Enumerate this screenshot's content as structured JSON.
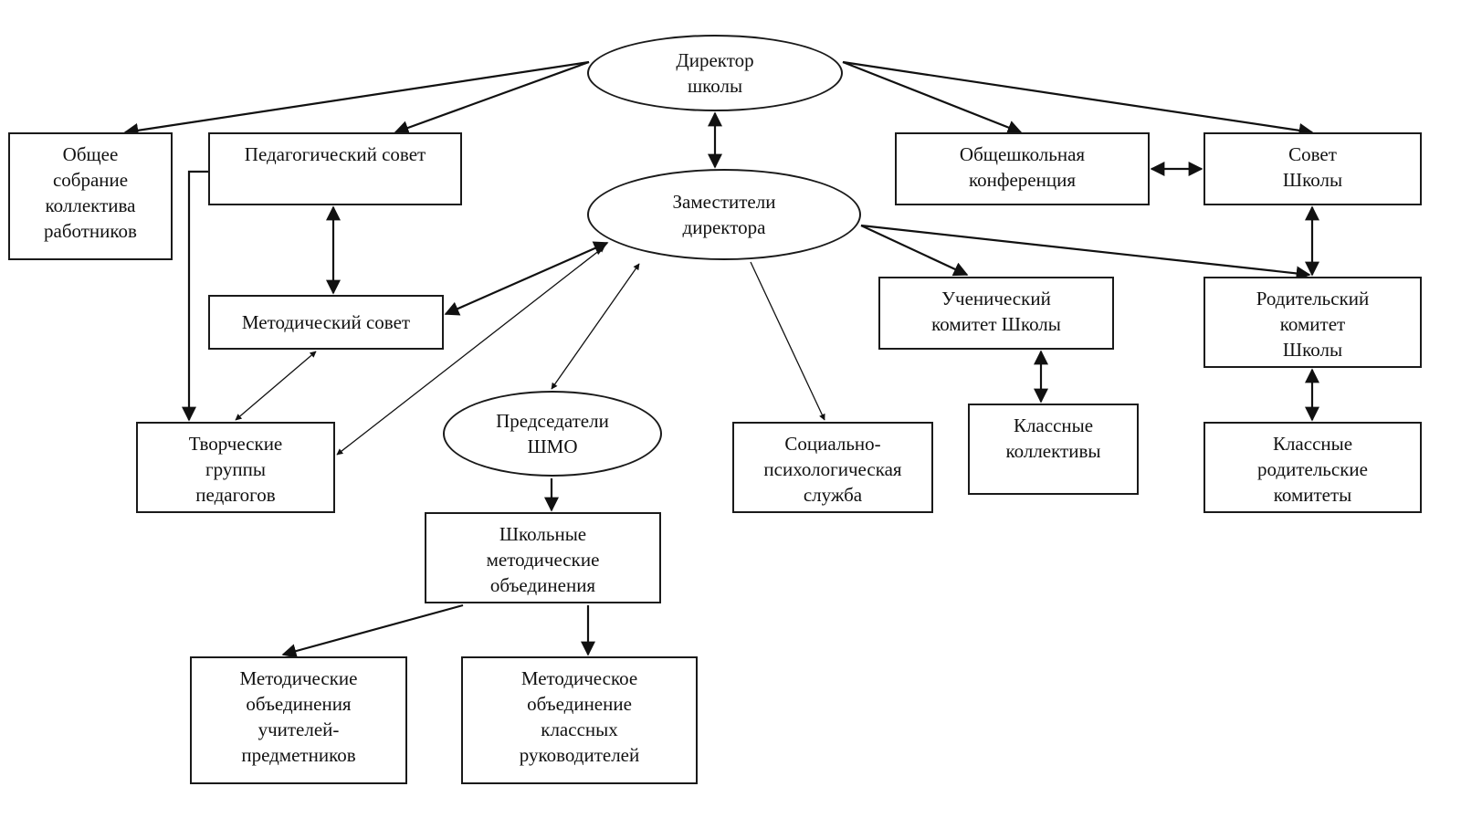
{
  "title": "Структура управления школой",
  "nodes": {
    "director": {
      "shape": "ellipse",
      "lines": [
        "Директор",
        "школы"
      ]
    },
    "deputies": {
      "shape": "ellipse",
      "lines": [
        "Заместители",
        "директора"
      ]
    },
    "general_meeting": {
      "shape": "rect",
      "lines": [
        "Общее",
        "собрание",
        "коллектива",
        "работников"
      ]
    },
    "ped_council": {
      "shape": "rect",
      "lines": [
        "Педагогический совет"
      ]
    },
    "school_conference": {
      "shape": "rect",
      "lines": [
        "Общешкольная",
        "конференция"
      ]
    },
    "school_council": {
      "shape": "rect",
      "lines": [
        "Совет",
        "Школы"
      ]
    },
    "method_council": {
      "shape": "rect",
      "lines": [
        "Методический совет"
      ]
    },
    "student_committee": {
      "shape": "rect",
      "lines": [
        "Ученический",
        "комитет Школы"
      ]
    },
    "parent_committee": {
      "shape": "rect",
      "lines": [
        "Родительский",
        "комитет",
        "Школы"
      ]
    },
    "creative_groups": {
      "shape": "rect",
      "lines": [
        "Творческие",
        "группы",
        "педагогов"
      ]
    },
    "shmo_chairs": {
      "shape": "ellipse",
      "lines": [
        "Председатели",
        "ШМО"
      ]
    },
    "social_service": {
      "shape": "rect",
      "lines": [
        "Социально-",
        "психологическая",
        "служба"
      ]
    },
    "class_collectives": {
      "shape": "rect",
      "lines": [
        "Классные",
        "коллективы"
      ]
    },
    "class_parent_committees": {
      "shape": "rect",
      "lines": [
        "Классные",
        "родительские",
        "комитеты"
      ]
    },
    "school_method_unions": {
      "shape": "rect",
      "lines": [
        "Школьные",
        "методические",
        "объединения"
      ]
    },
    "subject_teacher_unions": {
      "shape": "rect",
      "lines": [
        "Методические",
        "объединения",
        "учителей-",
        "предметников"
      ]
    },
    "class_teacher_union": {
      "shape": "rect",
      "lines": [
        "Методическое",
        "объединение",
        "классных",
        "руководителей"
      ]
    }
  },
  "edges": [
    {
      "from": "director",
      "to": "general_meeting",
      "direction": "one-way"
    },
    {
      "from": "director",
      "to": "ped_council",
      "direction": "one-way"
    },
    {
      "from": "director",
      "to": "school_conference",
      "direction": "one-way"
    },
    {
      "from": "director",
      "to": "school_council",
      "direction": "one-way"
    },
    {
      "from": "director",
      "to": "deputies",
      "direction": "two-way"
    },
    {
      "from": "school_conference",
      "to": "school_council",
      "direction": "two-way"
    },
    {
      "from": "school_council",
      "to": "parent_committee",
      "direction": "two-way"
    },
    {
      "from": "ped_council",
      "to": "method_council",
      "direction": "two-way"
    },
    {
      "from": "ped_council",
      "to": "creative_groups",
      "direction": "one-way"
    },
    {
      "from": "method_council",
      "to": "creative_groups",
      "direction": "two-way"
    },
    {
      "from": "deputies",
      "to": "method_council",
      "direction": "two-way"
    },
    {
      "from": "deputies",
      "to": "creative_groups",
      "direction": "two-way"
    },
    {
      "from": "deputies",
      "to": "shmo_chairs",
      "direction": "two-way"
    },
    {
      "from": "deputies",
      "to": "social_service",
      "direction": "one-way"
    },
    {
      "from": "deputies",
      "to": "student_committee",
      "direction": "one-way"
    },
    {
      "from": "deputies",
      "to": "parent_committee",
      "direction": "one-way"
    },
    {
      "from": "student_committee",
      "to": "class_collectives",
      "direction": "two-way"
    },
    {
      "from": "parent_committee",
      "to": "class_parent_committees",
      "direction": "two-way"
    },
    {
      "from": "shmo_chairs",
      "to": "school_method_unions",
      "direction": "one-way"
    },
    {
      "from": "school_method_unions",
      "to": "subject_teacher_unions",
      "direction": "one-way"
    },
    {
      "from": "school_method_unions",
      "to": "class_teacher_union",
      "direction": "one-way"
    }
  ]
}
